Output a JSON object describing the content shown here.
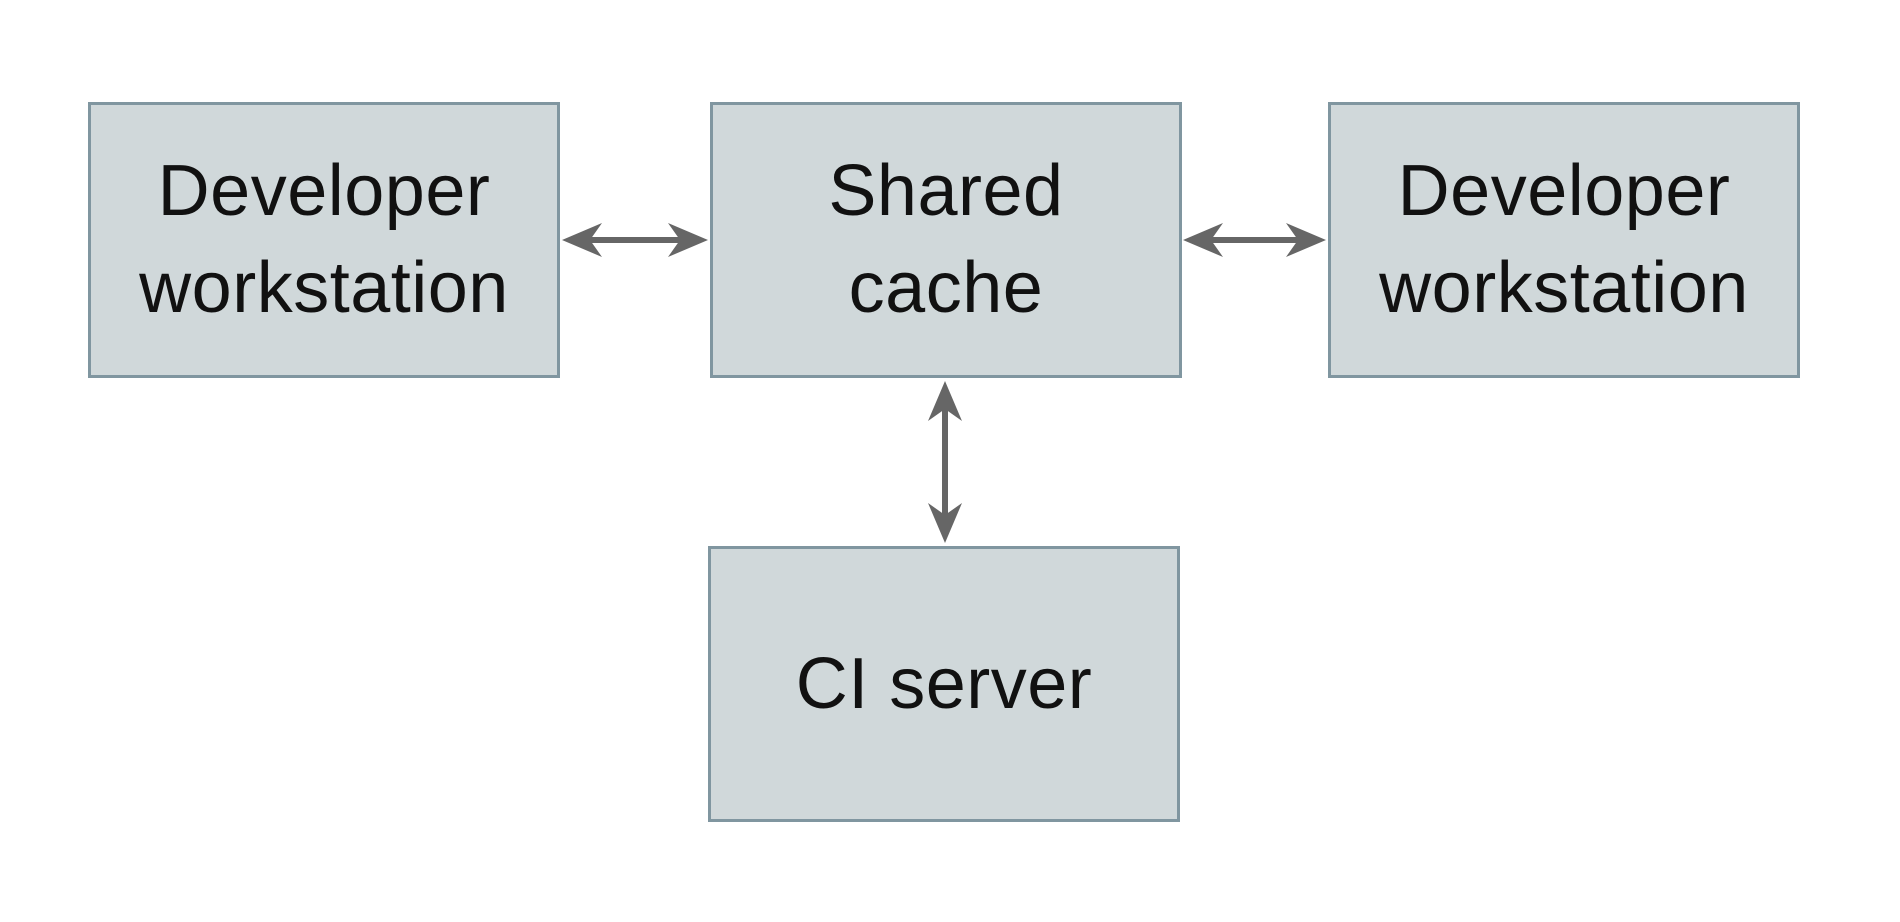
{
  "diagram": {
    "type": "architecture-diagram",
    "colors": {
      "background": "#ffffff",
      "node_fill": "#d0d8da",
      "node_border": "#8096a0",
      "arrow": "#666666",
      "text": "#111111"
    },
    "nodes": {
      "developer_workstation_left": {
        "label": "Developer\nworkstation"
      },
      "shared_cache": {
        "label": "Shared\ncache"
      },
      "developer_workstation_right": {
        "label": "Developer\nworkstation"
      },
      "ci_server": {
        "label": "CI server"
      }
    },
    "edges": [
      {
        "from": "developer_workstation_left",
        "to": "shared_cache",
        "direction": "bidirectional"
      },
      {
        "from": "shared_cache",
        "to": "developer_workstation_right",
        "direction": "bidirectional"
      },
      {
        "from": "shared_cache",
        "to": "ci_server",
        "direction": "bidirectional"
      }
    ]
  }
}
